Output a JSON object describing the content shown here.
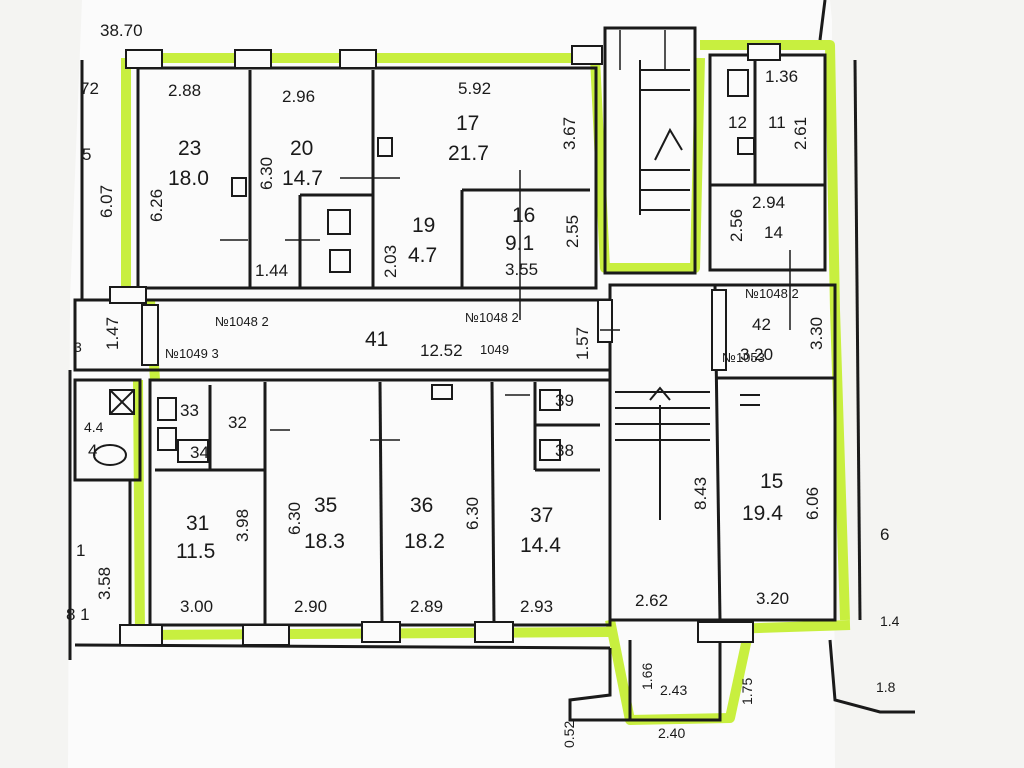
{
  "colors": {
    "paper": "#f4f4f2",
    "sheet": "#fbfbfb",
    "ink": "#1a1a1a",
    "highlight": "#c8ef3f"
  },
  "plan": {
    "overall_width": "38.70",
    "rooms": [
      {
        "id": "23",
        "area": "18.0",
        "d1": "2.88",
        "d2": "6.26"
      },
      {
        "id": "20",
        "area": "14.7",
        "d1": "2.96",
        "d2": "6.30"
      },
      {
        "id": "17",
        "area": "21.7",
        "d1": "5.92",
        "d2": "3.67"
      },
      {
        "id": "19",
        "area": "4.7",
        "d1": "2.03"
      },
      {
        "id": "16",
        "area": "9.1",
        "d1": "3.55",
        "d2": "2.55"
      },
      {
        "id": "12",
        "area": ""
      },
      {
        "id": "11",
        "area": "",
        "d1": "1.36",
        "d2": "2.61"
      },
      {
        "id": "14",
        "area": "",
        "d1": "2.94",
        "d2": "2.56"
      },
      {
        "id": "41",
        "area": "",
        "d1": "12.52"
      },
      {
        "id": "42",
        "area": "",
        "d1": "3.20",
        "d2": "3.30"
      },
      {
        "id": "31",
        "area": "11.5",
        "d1": "3.00",
        "d2": "3.98"
      },
      {
        "id": "32",
        "area": ""
      },
      {
        "id": "33",
        "area": ""
      },
      {
        "id": "34",
        "area": ""
      },
      {
        "id": "35",
        "area": "18.3",
        "d1": "2.90",
        "d2": "6.30"
      },
      {
        "id": "36",
        "area": "18.2",
        "d1": "2.89",
        "d2": "6.30"
      },
      {
        "id": "37",
        "area": "14.4",
        "d1": "2.93"
      },
      {
        "id": "38",
        "area": ""
      },
      {
        "id": "39",
        "area": ""
      },
      {
        "id": "15",
        "area": "19.4",
        "d1": "3.20",
        "d2": "6.06"
      }
    ],
    "misc_dims": [
      "6.07",
      "1.44",
      "1.47",
      "1.57",
      "8.43",
      "2.62",
      "3.58",
      "1.66",
      "1.75",
      "2.43",
      "2.40",
      "0.52",
      "1.4",
      "1.8",
      "4.4",
      "4",
      "1",
      "8 1",
      "72",
      "5",
      "6",
      "3"
    ],
    "stamps": [
      "№1048 2",
      "№1048 2",
      "№1049 3",
      "1049",
      "№1048 2",
      "№1053"
    ]
  }
}
